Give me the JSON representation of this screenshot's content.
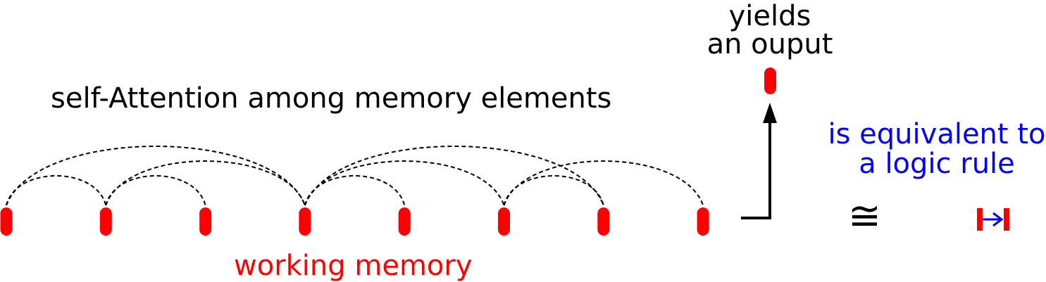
{
  "labels": {
    "title": "self-Attention among memory elements",
    "working_memory": "working memory",
    "yields_line1": "yields",
    "yields_line2": "an ouput",
    "equiv_line1": "is equivalent to",
    "equiv_line2": "a logic rule",
    "equiv_symbol": "≅"
  },
  "colors": {
    "memory": "#ff0000",
    "equivalence_text": "#0000ff",
    "text": "#000000"
  },
  "memory": {
    "count": 8,
    "attention_links": [
      [
        0,
        3
      ],
      [
        0,
        1
      ],
      [
        1,
        3
      ],
      [
        1,
        2
      ],
      [
        3,
        6
      ],
      [
        3,
        5
      ],
      [
        3,
        4
      ],
      [
        5,
        7
      ],
      [
        5,
        6
      ]
    ]
  },
  "icons": {
    "output_arrow": "right-angle-arrow-icon",
    "turnstile": "turnstile-icon"
  }
}
